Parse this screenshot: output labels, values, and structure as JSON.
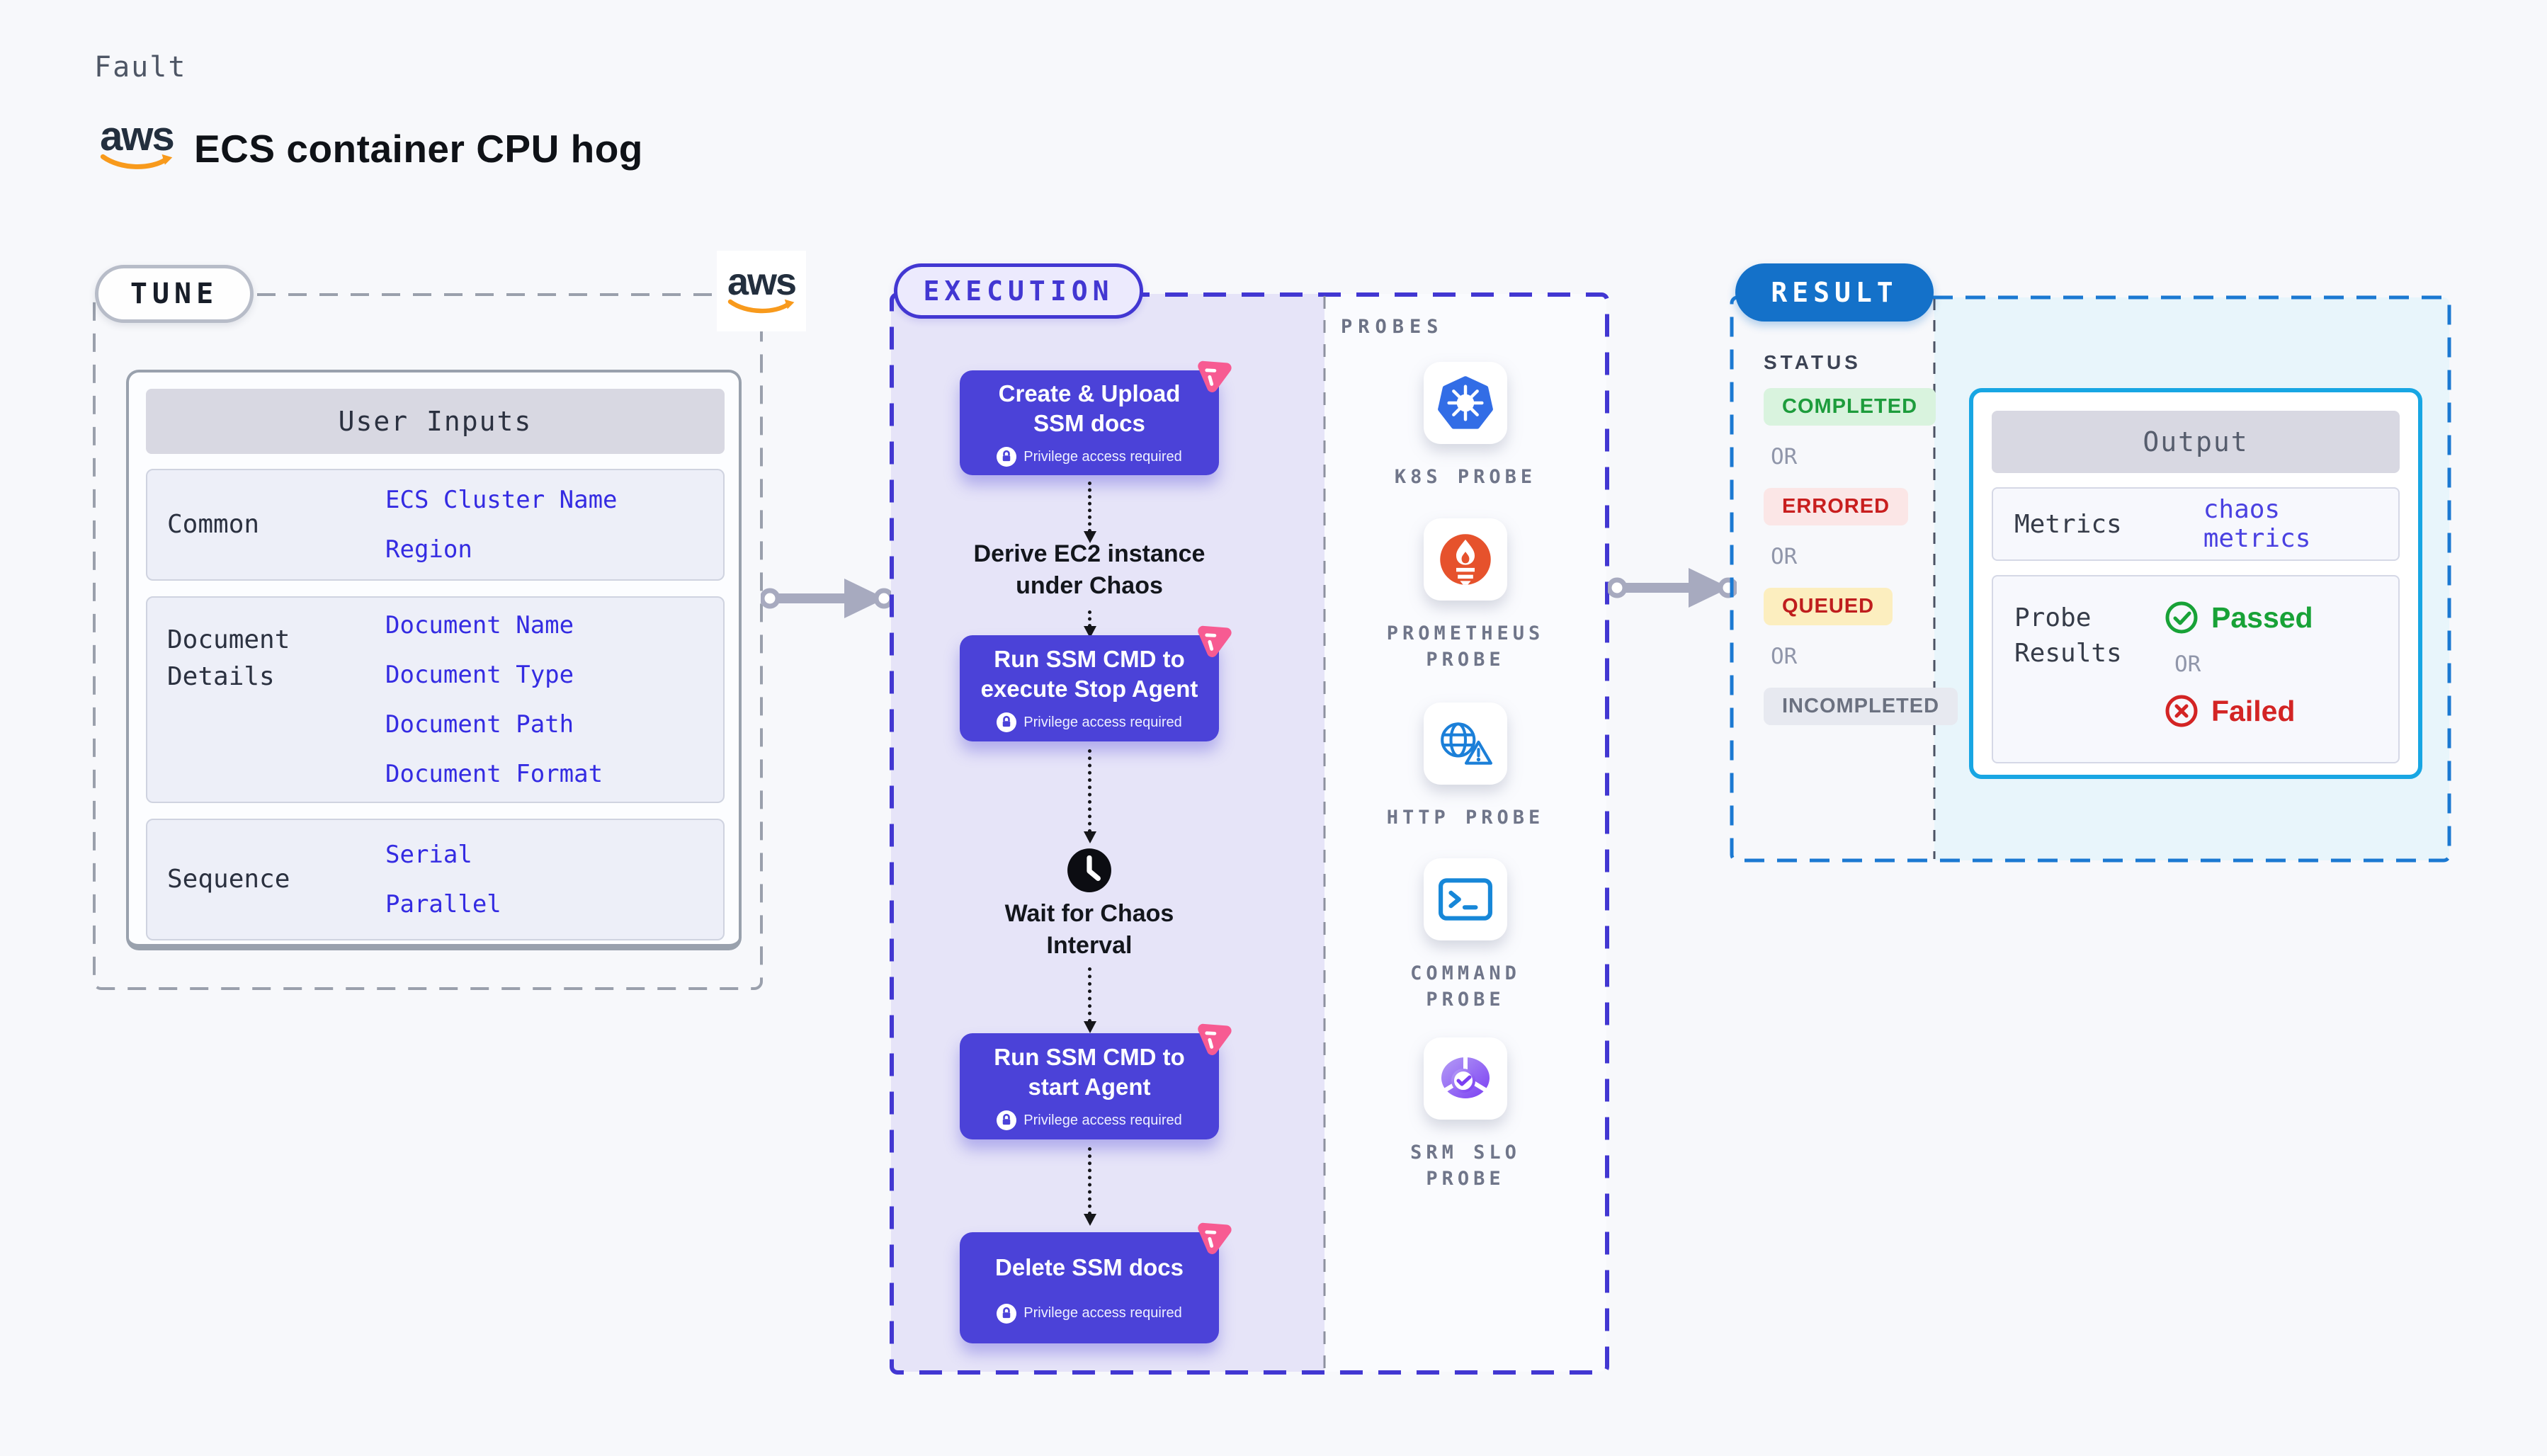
{
  "header": {
    "kicker": "Fault",
    "title": "ECS container CPU hog",
    "aws_logo_text": "aws"
  },
  "tune": {
    "label": "TUNE",
    "aws_logo_text": "aws",
    "user_inputs": {
      "header": "User Inputs",
      "rows": [
        {
          "label_lines": [
            "Common"
          ],
          "values": [
            "ECS Cluster Name",
            "Region"
          ]
        },
        {
          "label_lines": [
            "Document",
            "Details"
          ],
          "values": [
            "Document Name",
            "Document Type",
            "Document Path",
            "Document Format"
          ]
        },
        {
          "label_lines": [
            "Sequence"
          ],
          "values": [
            "Serial",
            "Parallel"
          ]
        }
      ]
    }
  },
  "execution": {
    "label": "EXECUTION",
    "steps": [
      {
        "type": "card",
        "title_lines": [
          "Create & Upload",
          "SSM docs"
        ],
        "badge": "Privilege access required"
      },
      {
        "type": "text",
        "title_lines": [
          "Derive EC2 instance",
          "under Chaos"
        ]
      },
      {
        "type": "card",
        "title_lines": [
          "Run SSM CMD to",
          "execute Stop Agent"
        ],
        "badge": "Privilege access required"
      },
      {
        "type": "wait",
        "title_lines": [
          "Wait for Chaos",
          "Interval"
        ]
      },
      {
        "type": "card",
        "title_lines": [
          "Run SSM CMD to",
          "start Agent"
        ],
        "badge": "Privilege access required"
      },
      {
        "type": "card",
        "title_lines": [
          "Delete SSM docs"
        ],
        "badge": "Privilege access required"
      }
    ]
  },
  "probes": {
    "label": "PROBES",
    "items": [
      {
        "icon": "kubernetes",
        "name_lines": [
          "K8S PROBE"
        ]
      },
      {
        "icon": "prometheus",
        "name_lines": [
          "PROMETHEUS",
          "PROBE"
        ]
      },
      {
        "icon": "http",
        "name_lines": [
          "HTTP PROBE"
        ]
      },
      {
        "icon": "command",
        "name_lines": [
          "COMMAND",
          "PROBE"
        ]
      },
      {
        "icon": "srm-slo",
        "name_lines": [
          "SRM SLO",
          "PROBE"
        ]
      }
    ]
  },
  "result": {
    "label": "RESULT",
    "status": {
      "heading": "STATUS",
      "badges": [
        "COMPLETED",
        "ERRORED",
        "QUEUED",
        "INCOMPLETED"
      ],
      "separator": "OR"
    },
    "output": {
      "header": "Output",
      "metrics_label": "Metrics",
      "metrics_value": "chaos metrics",
      "probe_results_lines": [
        "Probe",
        "Results"
      ],
      "passed": "Passed",
      "or": "OR",
      "failed": "Failed"
    }
  },
  "colors": {
    "accent_indigo": "#4b42d8",
    "execution_border": "#4237d2",
    "tune_border": "#9aa0ac",
    "result_border": "#1b79d2",
    "result_pill": "#1471c9",
    "output_border": "#18a6e3",
    "link_blue": "#342be2",
    "chaos_pink": "#f75b92",
    "passed_green": "#18a237",
    "failed_red": "#d32424",
    "aws_orange": "#f89a1c"
  }
}
